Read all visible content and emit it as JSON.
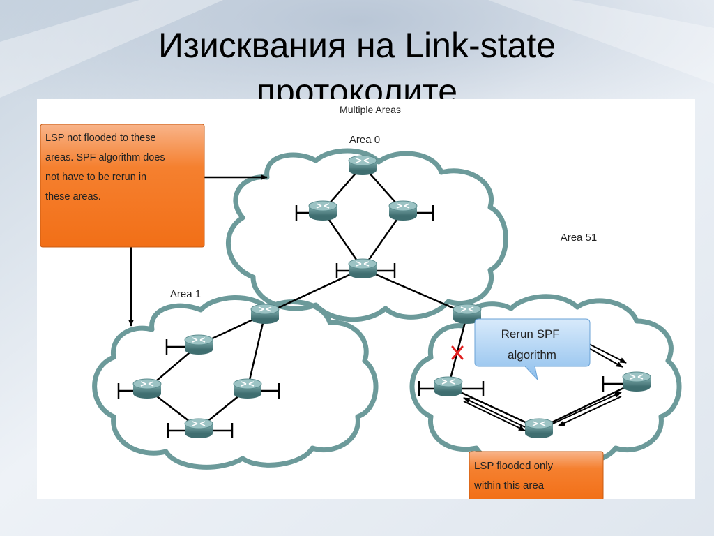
{
  "slide": {
    "title_line1": "Изисквания на Link-state",
    "title_line2": "протоколите"
  },
  "figure": {
    "heading": "Multiple Areas",
    "areas": {
      "area0": "Area 0",
      "area1": "Area 1",
      "area51": "Area 51"
    },
    "callouts": {
      "not_flooded": {
        "lines": [
          "LSP not flooded to these",
          "areas. SPF algorithm does",
          "not have to be rerun in",
          "these areas."
        ]
      },
      "rerun_spf": {
        "lines": [
          "Rerun SPF",
          "algorithm"
        ]
      },
      "flooded_only": {
        "lines": [
          "LSP flooded only",
          "within this area"
        ]
      }
    }
  },
  "colors": {
    "cloud_outline": "#6c9a9a",
    "router": "#5b8c8e",
    "orange_callout": "#f47a26",
    "blue_callout": "#9cc8ef",
    "failure_mark": "#e02020"
  }
}
